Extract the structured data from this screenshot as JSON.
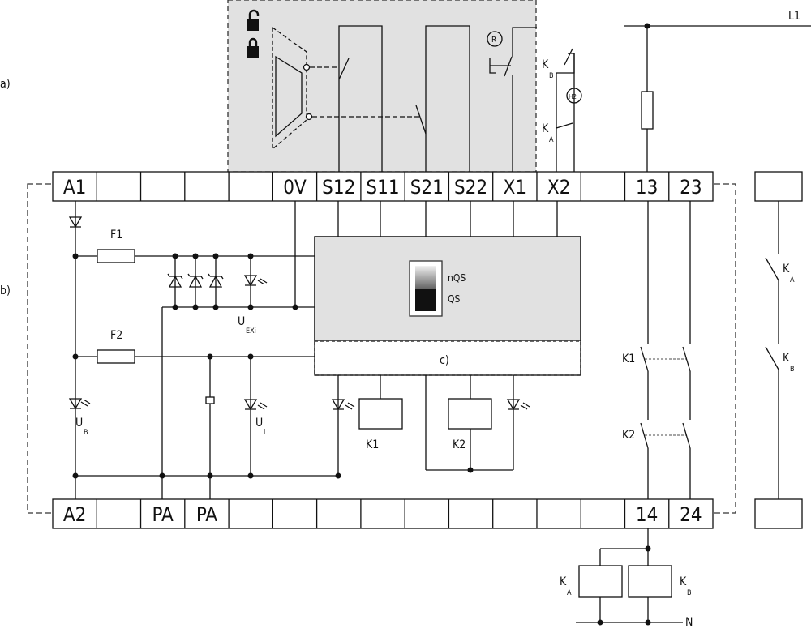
{
  "labels": {
    "a": "a)",
    "b": "b)",
    "c": "c)",
    "l1": "L1",
    "n": "N",
    "f1": "F1",
    "f2": "F2",
    "k1": "K1",
    "k2": "K2",
    "k1_contact": "K1",
    "k2_contact": "K2",
    "nqs": "nQS",
    "qs": "QS",
    "h2": "H2",
    "r": "R",
    "ka_switch_main": "K",
    "ka_switch_sub": "A",
    "kb_switch_main": "K",
    "kb_switch_sub": "B",
    "top_kb_main": "K",
    "top_kb_sub": "B",
    "top_ka_main": "K",
    "top_ka_sub": "A",
    "coil_ka_main": "K",
    "coil_ka_sub": "A",
    "coil_kb_main": "K",
    "coil_kb_sub": "B",
    "uexi_main": "U",
    "uexi_sub": "EXi",
    "ub_main": "U",
    "ub_sub": "B",
    "ui_main": "U",
    "ui_sub": "i"
  },
  "top_terminals": [
    "A1",
    "",
    "",
    "",
    "",
    "0V",
    "S12",
    "S11",
    "S21",
    "S22",
    "X1",
    "X2",
    "",
    "13",
    "23"
  ],
  "bottom_terminals": [
    "A2",
    "",
    "PA",
    "PA",
    "",
    "",
    "",
    "",
    "",
    "",
    "",
    "",
    "",
    "14",
    "24"
  ],
  "colors": {
    "panel": "#e1e1e1",
    "line": "#111111"
  },
  "icons": [
    "padlock-open-icon",
    "padlock-closed-icon"
  ]
}
